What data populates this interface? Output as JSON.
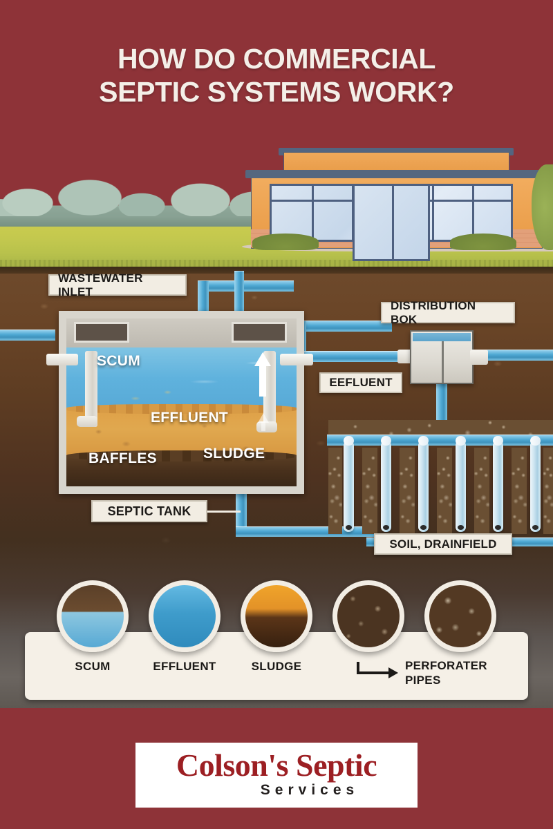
{
  "title": {
    "line1": "HOW DO COMMERCIAL",
    "line2": "SEPTIC SYSTEMS WORK?"
  },
  "colors": {
    "background_maroon": "#8E3338",
    "label_chip": "#F2EDE3",
    "legend_panel": "#F5F0E7",
    "logo_red": "#9C1F23",
    "water_blue": "#5FB2DD",
    "effluent_orange": "#DFA148",
    "sludge_brown": "#48301C",
    "pipe_blue": "#4FA9D4",
    "grass_green": "#C3C84E",
    "building_orange": "#F0A95A"
  },
  "diagram": {
    "callouts": [
      {
        "id": "wastewater-inlet",
        "text": "WASTEWATER INLET"
      },
      {
        "id": "distribution-box",
        "text": "DISTRIBUTION BOK"
      },
      {
        "id": "effluent-pipe",
        "text": "EEFLUENT"
      },
      {
        "id": "septic-tank",
        "text": "SEPTIC TANK"
      },
      {
        "id": "soil-drainfield",
        "text": "SOIL, DRAINFIELD"
      }
    ],
    "tank_layers": [
      {
        "id": "scum",
        "text": "SCUM"
      },
      {
        "id": "effluent",
        "text": "EFFLUENT"
      },
      {
        "id": "sludge",
        "text": "SLUDGE"
      },
      {
        "id": "baffles",
        "text": "BAFFLES"
      }
    ],
    "lateral_pipe_count": 6
  },
  "legend": {
    "items": [
      {
        "id": "scum",
        "label": "SCUM"
      },
      {
        "id": "effluent",
        "label": "EFFLUENT"
      },
      {
        "id": "sludge",
        "label": "SLUDGE"
      },
      {
        "id": "gravel-1",
        "label": ""
      },
      {
        "id": "gravel-2",
        "label": ""
      }
    ],
    "perforated_pipes": {
      "line1": "PERFORATER",
      "line2": "PIPES"
    }
  },
  "logo": {
    "name": "Colson's Septic",
    "tagline": "Services"
  }
}
